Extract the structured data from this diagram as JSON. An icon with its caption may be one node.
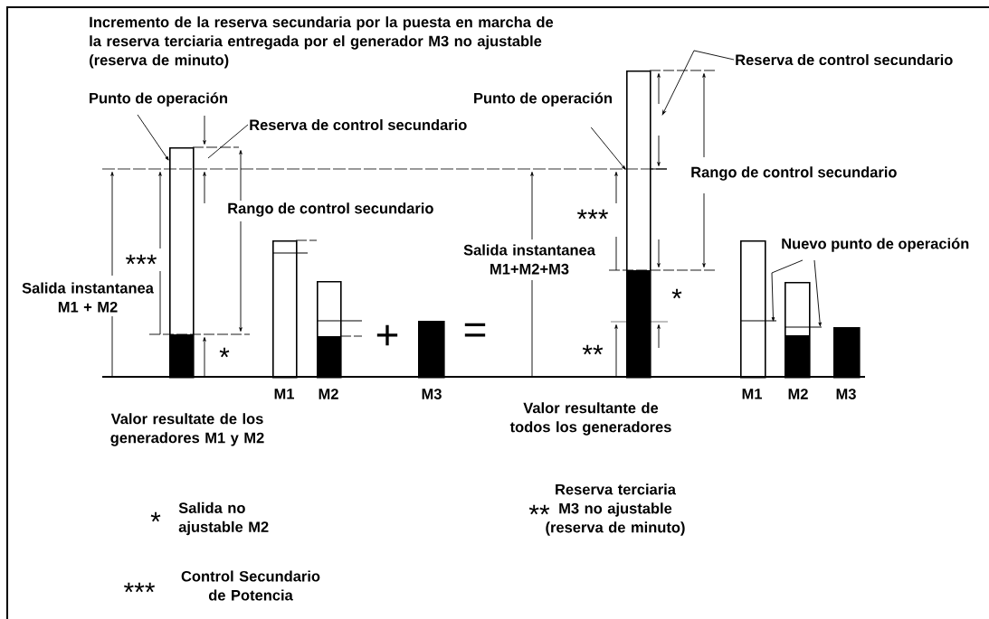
{
  "diagram": {
    "nodes": [
      {
        "text": [],
        "shape": "bar",
        "beside": [
          "Valor resultate de los generadores M1 y M2"
        ]
      },
      {
        "text": [],
        "shape": "bar",
        "beside": [
          "M1"
        ]
      },
      {
        "text": [],
        "shape": "bar",
        "beside": [
          "M2"
        ]
      },
      {
        "text": [],
        "shape": "bar",
        "beside": [
          "M3"
        ]
      },
      {
        "text": [],
        "shape": "bar",
        "beside": [
          "Valor resultante de todos los generadores"
        ]
      },
      {
        "text": [],
        "shape": "bar",
        "beside": [
          "M1"
        ]
      },
      {
        "text": [],
        "shape": "bar",
        "beside": [
          "M2"
        ]
      },
      {
        "text": [],
        "shape": "bar",
        "beside": [
          "M3"
        ]
      },
      {
        "text": [
          "Punto de operación"
        ]
      },
      {
        "text": [
          "Reserva de control secundario"
        ]
      },
      {
        "text": [
          "Punto de operación"
        ]
      },
      {
        "text": [
          "Reserva de control secundario"
        ]
      },
      {
        "text": [
          "Nuevo punto de operación"
        ]
      }
    ],
    "edges": [
      {
        "from": 8,
        "to": 0,
        "arrow": "to"
      },
      {
        "from": 9,
        "to": null,
        "arrow": "none"
      },
      {
        "from": 10,
        "to": 4,
        "arrow": "to"
      },
      {
        "from": 11,
        "to": 4,
        "arrow": "to"
      },
      {
        "from": 12,
        "to": 5,
        "arrow": "to"
      },
      {
        "from": 12,
        "to": 6,
        "arrow": "to"
      }
    ],
    "labels": [
      "Incremento de la reserva secundaria por la puesta en marcha de la reserva terciaria entregada por el generador M3 no ajustable (reserva de minuto)",
      "***",
      "Salida instantanea M1 + M2",
      "*",
      "Rango de control secundario",
      "+",
      "=",
      "Salida instantanea M1+M2+M3",
      "***",
      "*",
      "**",
      "Rango de control secundario",
      "*",
      "Salida no ajustable M2",
      "**",
      "Reserva terciaria M3 no ajustable (reserva de minuto)",
      "***",
      "Control Secundario de Potencia"
    ]
  }
}
